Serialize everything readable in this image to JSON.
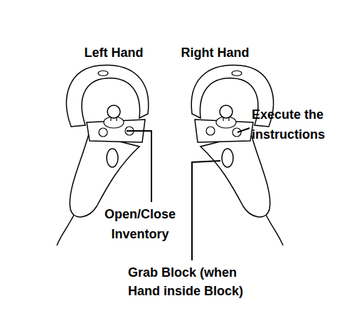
{
  "diagram": {
    "labels": [
      "Left Hand",
      "Right Hand",
      "Execute the instructions",
      "Open/Close Inventory",
      "Grab Block (when Hand inside Block)"
    ]
  }
}
